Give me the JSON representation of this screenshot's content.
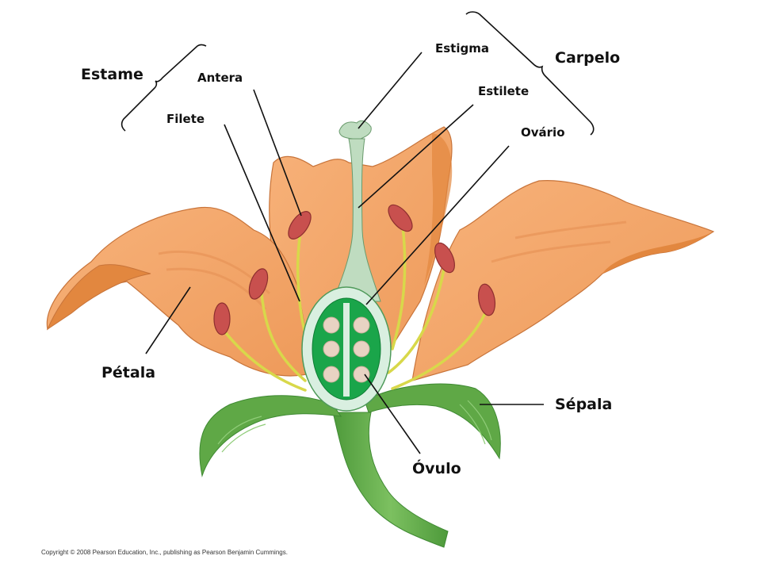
{
  "diagram": {
    "title": "Flower structure",
    "colors": {
      "petal": "#f4a56b",
      "petal_shade": "#e2873f",
      "petal_outline": "#c8743a",
      "sepal": "#5fa846",
      "sepal_dark": "#3f8a33",
      "stem": "#62ad4b",
      "ovary_wall": "#d9efe0",
      "ovary_inner": "#1aa54a",
      "ovule": "#e8d3c3",
      "style": "#bfdcc0",
      "anther": "#c8504e",
      "filament": "#d8d84a",
      "leader_line": "#111111"
    },
    "labels": {
      "estame": "Estame",
      "antera": "Antera",
      "filete": "Filete",
      "estigma": "Estigma",
      "carpelo": "Carpelo",
      "estilete": "Estilete",
      "ovario": "Ovário",
      "petala": "Pétala",
      "sepala": "Sépala",
      "ovulo": "Óvulo"
    },
    "groups": [
      {
        "name": "Estame",
        "members": [
          "Antera",
          "Filete"
        ]
      },
      {
        "name": "Carpelo",
        "members": [
          "Estigma",
          "Estilete",
          "Ovário"
        ]
      }
    ],
    "copyright": "Copyright © 2008 Pearson Education, Inc., publishing as Pearson Benjamin Cummings."
  }
}
